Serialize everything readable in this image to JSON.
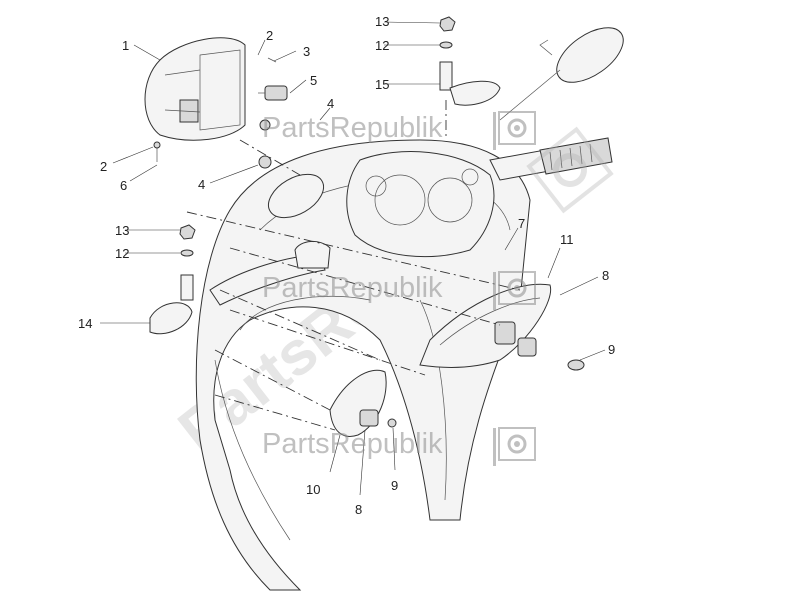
{
  "watermark": {
    "text": "PartsRepublik",
    "icon": "gear-icon"
  },
  "callouts": [
    "1",
    "2",
    "3",
    "5",
    "4",
    "2",
    "6",
    "4",
    "13",
    "12",
    "15",
    "7",
    "11",
    "8",
    "13",
    "12",
    "14",
    "9",
    "10",
    "8",
    "9"
  ]
}
